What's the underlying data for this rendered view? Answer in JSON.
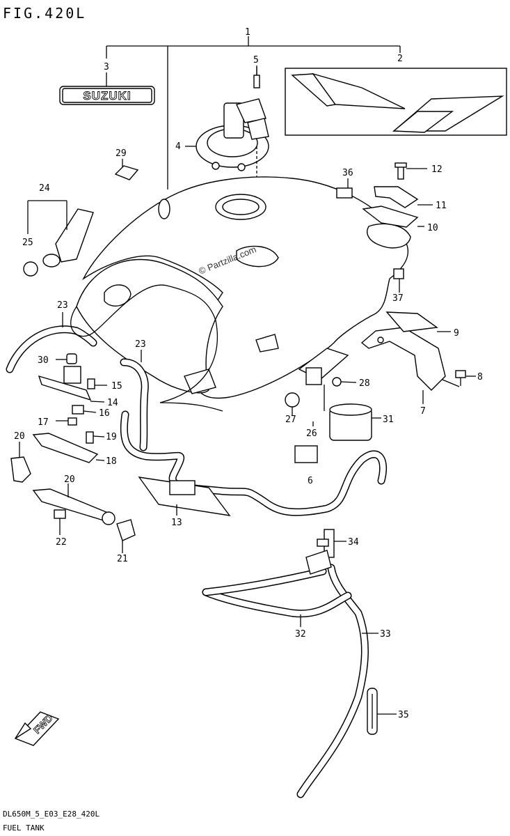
{
  "figure": {
    "title": "FIG.420L",
    "code": "DL650M_5_E03_E28_420L",
    "caption": "FUEL TANK"
  },
  "watermark": "© Partzilla.com",
  "fwd_label": "FWD",
  "emblem_text": "SUZUKI",
  "callouts": [
    "1",
    "2",
    "3",
    "4",
    "5",
    "6",
    "7",
    "8",
    "9",
    "10",
    "11",
    "12",
    "13",
    "14",
    "15",
    "16",
    "17",
    "18",
    "19",
    "20",
    "21",
    "22",
    "23",
    "23",
    "24",
    "25",
    "26",
    "27",
    "28",
    "29",
    "30",
    "31",
    "32",
    "33",
    "34",
    "35",
    "36",
    "37",
    "20"
  ]
}
